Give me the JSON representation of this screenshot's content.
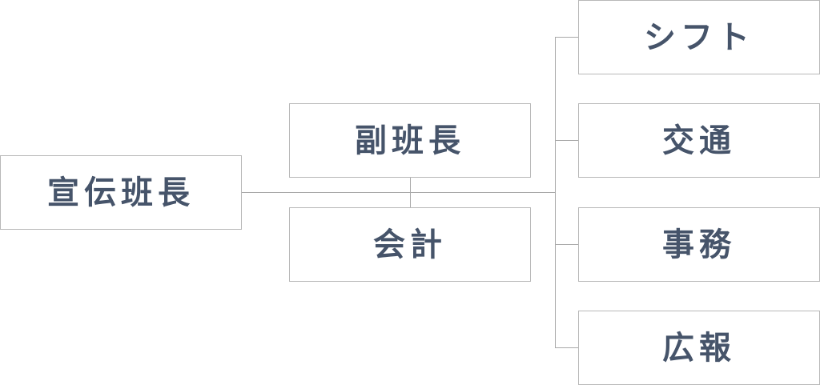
{
  "org_chart": {
    "root": {
      "label": "宣伝班長"
    },
    "assistants": [
      {
        "label": "副班長"
      },
      {
        "label": "会計"
      }
    ],
    "teams": [
      {
        "label": "シフト"
      },
      {
        "label": "交通"
      },
      {
        "label": "事務"
      },
      {
        "label": "広報"
      }
    ]
  },
  "colors": {
    "text": "#46546a",
    "border": "#b8b8b8",
    "connector": "#a9a9a9",
    "background": "#ffffff"
  }
}
